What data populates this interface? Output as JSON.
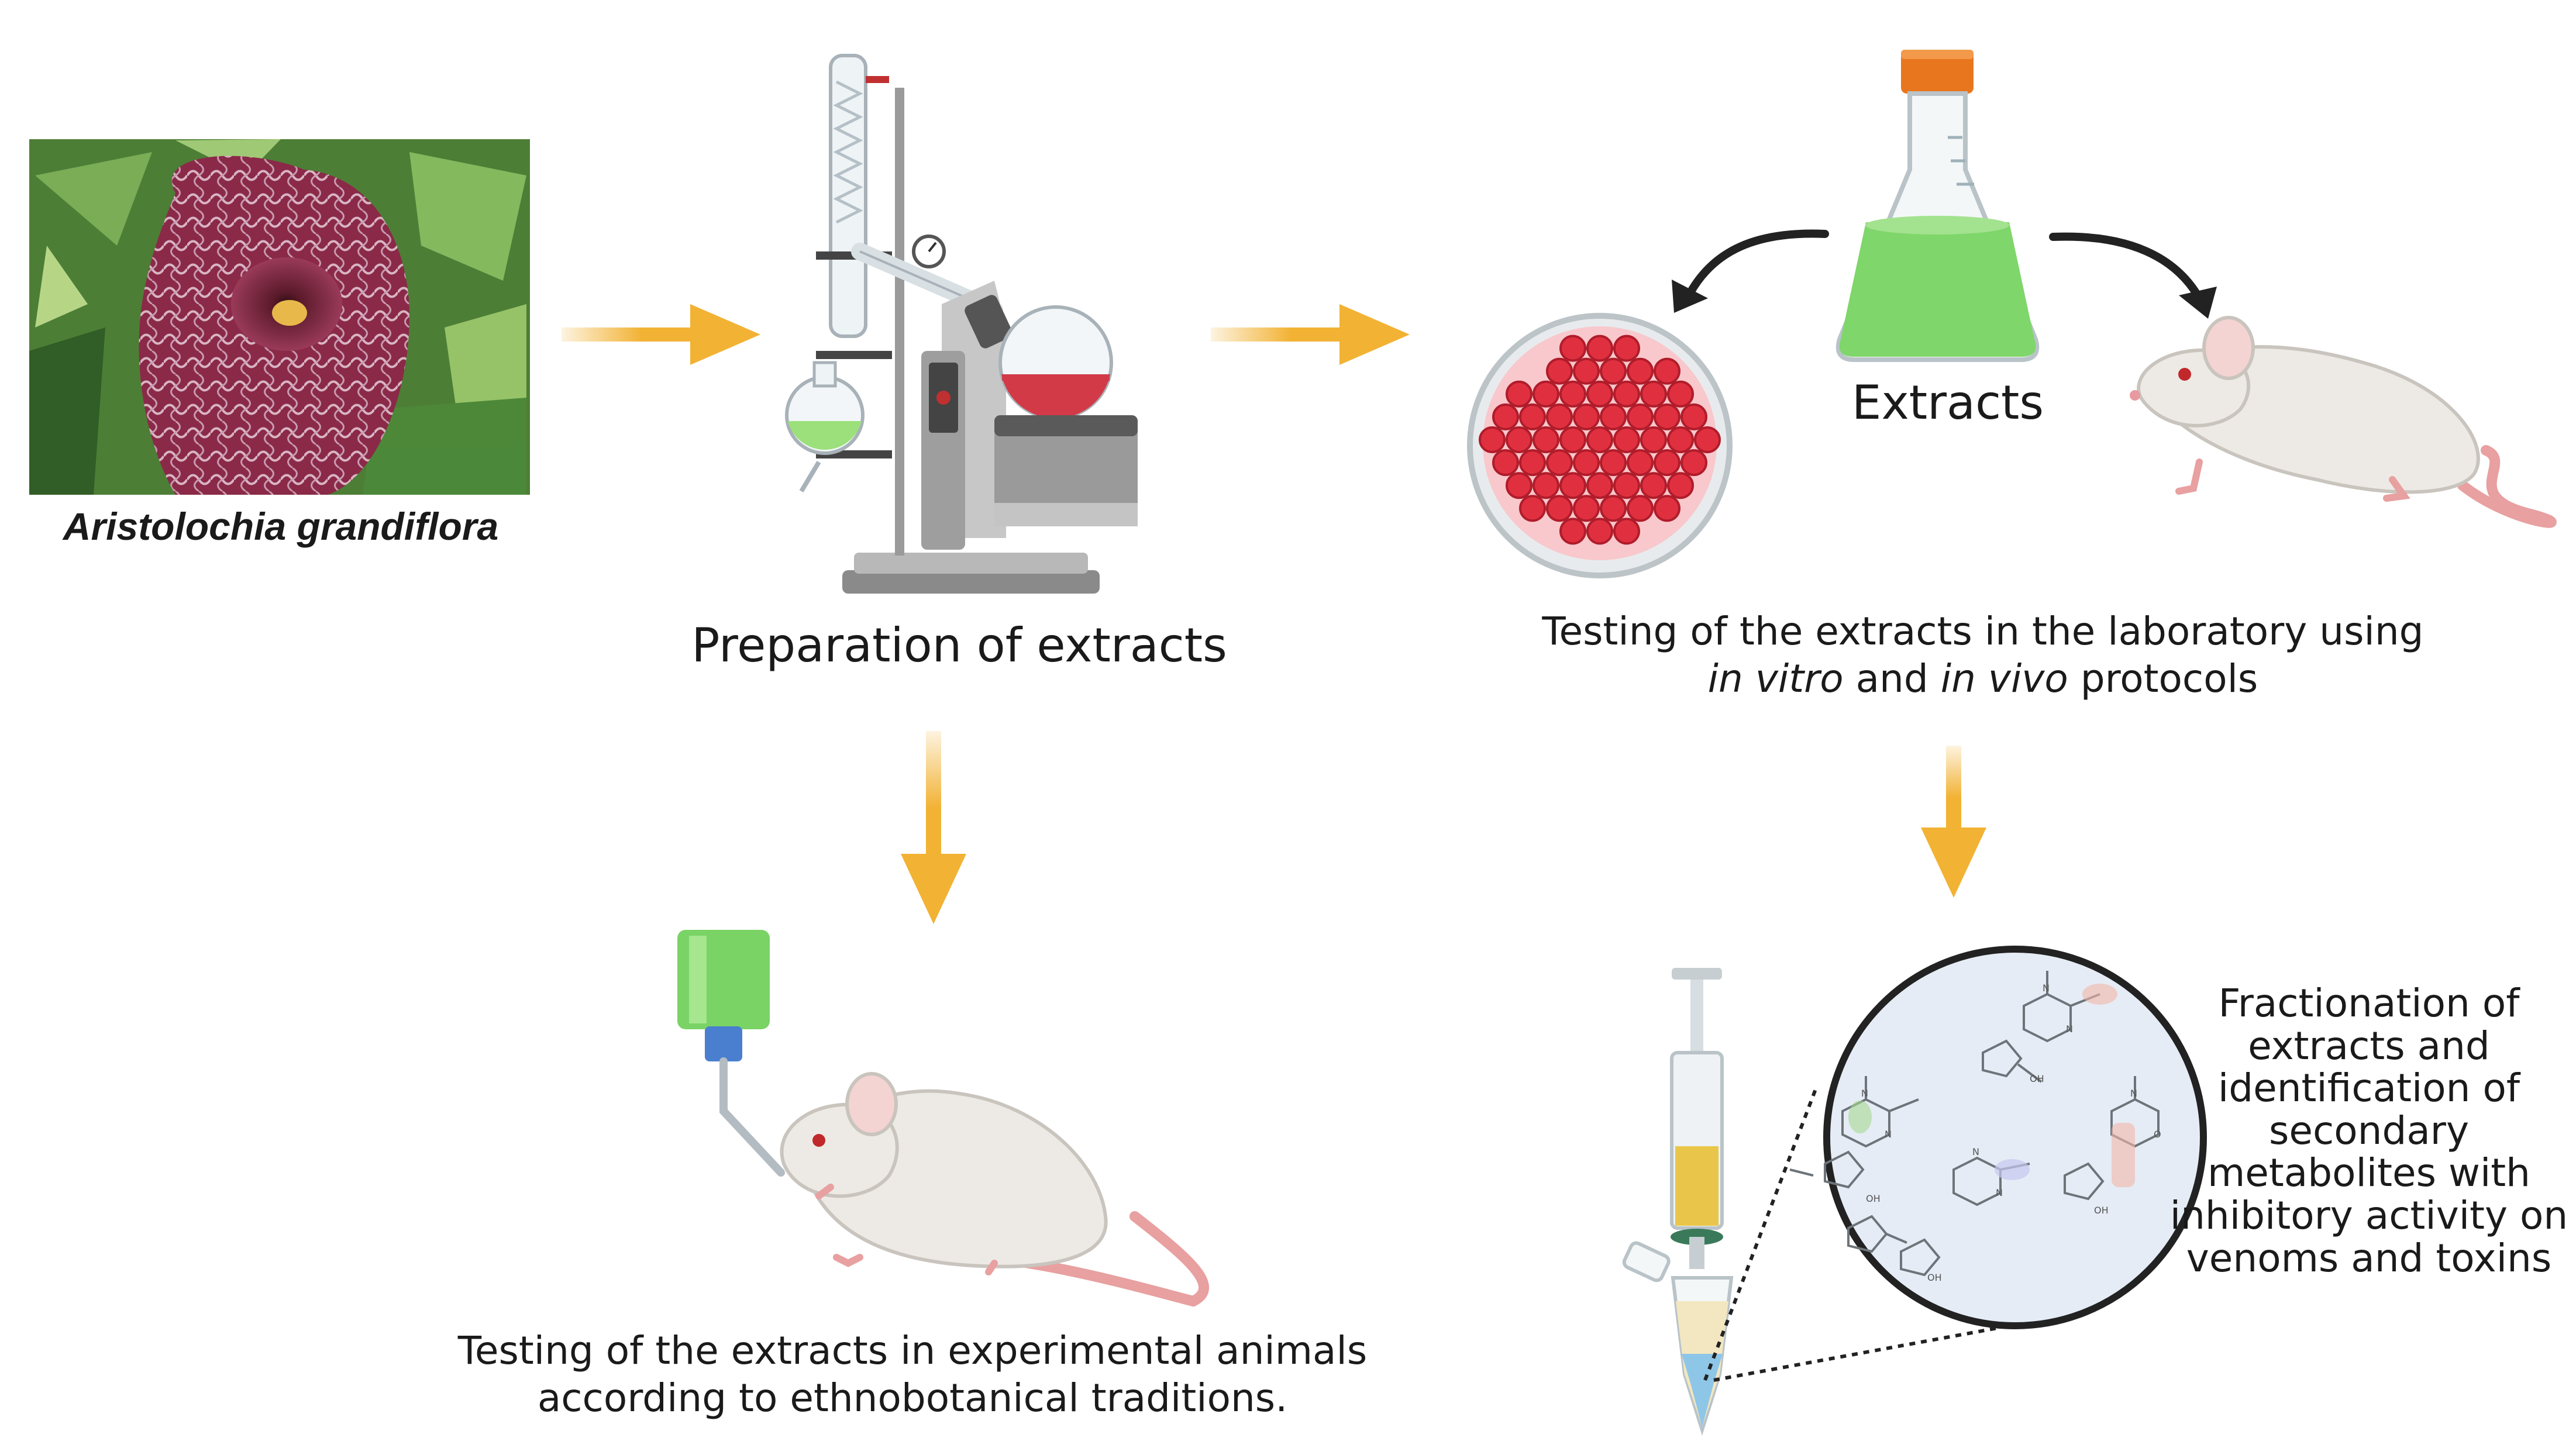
{
  "labels": {
    "species": "Aristolochia grandiflora",
    "preparation": "Preparation of extracts",
    "extracts": "Extracts",
    "lab_line1": "Testing of the extracts in the laboratory using",
    "lab_line2_a": "in vitro",
    "lab_line2_b": " and ",
    "lab_line2_c": "in vivo",
    "lab_line2_d": " protocols",
    "animal_line1": "Testing of the extracts in experimental animals",
    "animal_line2": "according to ethnobotanical traditions.",
    "fractionation": "Fractionation of extracts and identification of secondary metabolites with inhibitory activity on venoms and toxins"
  },
  "colors": {
    "arrow": "#F2B233",
    "flower": "#8A2A48",
    "extract_green": "#7FD66A",
    "flask_cap": "#E8761E",
    "red_cells": "#E03040",
    "mouse_body": "#EDEAE5",
    "mouse_tail": "#E8A0A0",
    "syringe_fill": "#E9C64A",
    "text": "#1a1a1a"
  },
  "icons": [
    "flower-photo",
    "rotary-evaporator-icon",
    "erlenmeyer-flask-icon",
    "petri-dish-icon",
    "mouse-icon",
    "water-bottle-icon",
    "syringe-icon",
    "microtube-icon",
    "molecule-magnifier-icon"
  ]
}
